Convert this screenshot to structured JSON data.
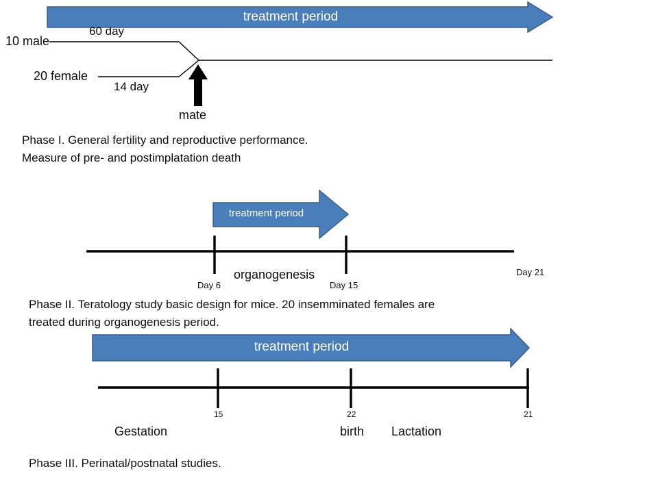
{
  "diagram": {
    "title_semantic": "three-phase reproductive toxicology study design",
    "colors": {
      "arrow_fill": "#4a7ebb",
      "arrow_stroke": "#385d8a",
      "line_black": "#000000",
      "text": "#0d0d0d"
    }
  },
  "phase1": {
    "treatment_arrow_label": "treatment period",
    "male_label": "10 male",
    "female_label": "20 female",
    "male_duration": "60 day",
    "female_duration": "14 day",
    "mate_label": "mate",
    "caption_line1": "Phase I. General fertility and reproductive performance.",
    "caption_line2": "Measure of  pre- and postimplatation death"
  },
  "phase2": {
    "treatment_arrow_label": "treatment period",
    "organogenesis_label": "organogenesis",
    "tick_day6": "Day 6",
    "tick_day15": "Day 15",
    "tick_day21": "Day 21",
    "caption_line1": "Phase II. Teratology study basic design for mice. 20 insemminated females are",
    "caption_line2": "treated during organogenesis period."
  },
  "phase3": {
    "treatment_arrow_label": "treatment period",
    "tick_15": "15",
    "tick_22": "22",
    "tick_21": "21",
    "gestation_label": "Gestation",
    "birth_label": "birth",
    "lactation_label": "Lactation",
    "caption": "Phase III. Perinatal/postnatal studies."
  },
  "chart_data": {
    "type": "timeline",
    "phases": [
      {
        "name": "Phase I",
        "tracks": [
          {
            "group": "10 male",
            "duration_days": 60,
            "unit": "day"
          },
          {
            "group": "20 female",
            "duration_days": 14,
            "unit": "day"
          }
        ],
        "events": [
          "mate"
        ],
        "treatment_period": "full span"
      },
      {
        "name": "Phase II",
        "axis_ticks": [
          {
            "label": "Day 6",
            "value": 6
          },
          {
            "label": "Day 15",
            "value": 15
          },
          {
            "label": "Day 21",
            "value": 21
          }
        ],
        "spans": [
          {
            "label": "organogenesis",
            "from": 6,
            "to": 15
          }
        ],
        "treatment_period": {
          "from": 6,
          "to": 15
        }
      },
      {
        "name": "Phase III",
        "axis_ticks": [
          {
            "label": "15",
            "value": 15
          },
          {
            "label": "22",
            "value": 22
          },
          {
            "label": "21",
            "value": 21
          }
        ],
        "spans": [
          {
            "label": "Gestation",
            "to": 22
          },
          {
            "label": "Lactation",
            "from": 22
          }
        ],
        "events": [
          "birth"
        ],
        "treatment_period": "full span"
      }
    ]
  }
}
